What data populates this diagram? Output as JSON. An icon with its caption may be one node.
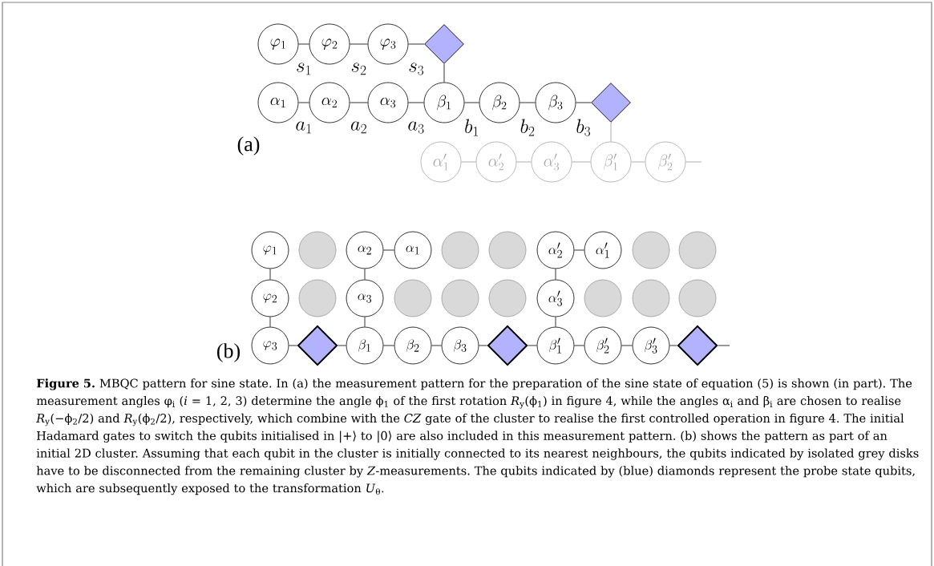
{
  "diagram": {
    "caption": "**Figure 5.** MBQC pattern for sine state. In (a) the measurement pattern for the preparation of the sine state of equation (5) is shown (in part). The measurement angles φ$_{i}$ (*i* = 1, 2, 3) determine the angle ϕ$_{1}$ of the first rotation *R*$_{y}$(ϕ$_{1}$) in figure 4, while the angles α$_{i}$ and β$_{i}$ are chosen to realise *R*$_{y}$(−ϕ$_{2}$/2) and *R*$_{y}$(ϕ$_{2}$/2), respectively, which combine with the *CZ* gate of the cluster to realise the first controlled operation in figure 4. The initial Hadamard gates to switch the qubits initialised in |+⟩ to |0⟩ are also included in this measurement pattern. (b) shows the pattern as part of an initial 2D cluster. Assuming that each qubit in the cluster is initially connected to its nearest neighbours, the qubits indicated by isolated grey disks have to be disconnected from the remaining cluster by *Z*-measurements. The qubits indicated by (blue) diamonds represent the probe state qubits, which are subsequently exposed to the transformation *U*$_{θ}$.",
    "nodes": [
      {
        "text": [
          "\\varphi_1"
        ]
      },
      {
        "text": [
          "\\varphi_2"
        ]
      },
      {
        "text": [
          "\\varphi_3"
        ]
      },
      {
        "text": [],
        "shape": "diamond"
      },
      {
        "text": [
          "\\alpha_1"
        ]
      },
      {
        "text": [
          "\\alpha_2"
        ]
      },
      {
        "text": [
          "\\alpha_3"
        ]
      },
      {
        "text": [
          "\\beta_1"
        ]
      },
      {
        "text": [
          "\\beta_2"
        ]
      },
      {
        "text": [
          "\\beta_3"
        ]
      },
      {
        "text": [],
        "shape": "diamond"
      },
      {
        "text": [
          "\\alpha'_1"
        ]
      },
      {
        "text": [
          "\\alpha'_2"
        ]
      },
      {
        "text": [
          "\\alpha'_3"
        ]
      },
      {
        "text": [
          "\\beta'_1"
        ]
      },
      {
        "text": [
          "\\beta'_2"
        ]
      },
      {
        "text": [
          "\\varphi_1"
        ]
      },
      {
        "text": [],
        "shape": "circle"
      },
      {
        "text": [
          "\\alpha_2"
        ]
      },
      {
        "text": [
          "\\alpha_1"
        ]
      },
      {
        "text": [],
        "shape": "circle"
      },
      {
        "text": [],
        "shape": "circle"
      },
      {
        "text": [
          "\\alpha'_2"
        ]
      },
      {
        "text": [
          "\\alpha'_1"
        ]
      },
      {
        "text": [],
        "shape": "circle"
      },
      {
        "text": [],
        "shape": "circle"
      },
      {
        "text": [
          "\\varphi_2"
        ]
      },
      {
        "text": [],
        "shape": "circle"
      },
      {
        "text": [
          "\\alpha_3"
        ]
      },
      {
        "text": [],
        "shape": "circle"
      },
      {
        "text": [],
        "shape": "circle"
      },
      {
        "text": [],
        "shape": "circle"
      },
      {
        "text": [
          "\\alpha'_3"
        ]
      },
      {
        "text": [],
        "shape": "circle"
      },
      {
        "text": [],
        "shape": "circle"
      },
      {
        "text": [],
        "shape": "circle"
      },
      {
        "text": [
          "\\varphi_3"
        ]
      },
      {
        "text": [],
        "shape": "diamond"
      },
      {
        "text": [
          "\\beta_1"
        ]
      },
      {
        "text": [
          "\\beta_2"
        ]
      },
      {
        "text": [
          "\\beta_3"
        ]
      },
      {
        "text": [],
        "shape": "diamond"
      },
      {
        "text": [
          "\\beta'_1"
        ]
      },
      {
        "text": [
          "\\beta'_2"
        ]
      },
      {
        "text": [
          "\\beta'_3"
        ]
      },
      {
        "text": [],
        "shape": "diamond"
      }
    ],
    "edges": [
      {
        "from": 0,
        "to": 1,
        "arrow": "none",
        "label": "s_1"
      },
      {
        "from": 1,
        "to": 2,
        "arrow": "none",
        "label": "s_2"
      },
      {
        "from": 2,
        "to": 3,
        "arrow": "none",
        "label": "s_3"
      },
      {
        "from": 3,
        "to": 7,
        "arrow": "none"
      },
      {
        "from": 4,
        "to": 5,
        "arrow": "none",
        "label": "a_1"
      },
      {
        "from": 5,
        "to": 6,
        "arrow": "none",
        "label": "a_2"
      },
      {
        "from": 6,
        "to": 7,
        "arrow": "none",
        "label": "a_3"
      },
      {
        "from": 7,
        "to": 8,
        "arrow": "none",
        "label": "b_1"
      },
      {
        "from": 8,
        "to": 9,
        "arrow": "none",
        "label": "b_2"
      },
      {
        "from": 9,
        "to": 10,
        "arrow": "none",
        "label": "b_3"
      },
      {
        "from": 10,
        "to": 14,
        "arrow": "none",
        "color": "#999999"
      },
      {
        "from": 11,
        "to": 12,
        "arrow": "none",
        "color": "#999999"
      },
      {
        "from": 12,
        "to": 13,
        "arrow": "none",
        "color": "#999999"
      },
      {
        "from": 13,
        "to": 14,
        "arrow": "none",
        "color": "#999999"
      },
      {
        "from": 14,
        "to": 15,
        "arrow": "none",
        "color": "#999999"
      },
      {
        "from": 15,
        "to": null,
        "arrow": "none",
        "color": "#999999"
      },
      {
        "from": 16,
        "to": 26,
        "arrow": "none"
      },
      {
        "from": 26,
        "to": 36,
        "arrow": "none"
      },
      {
        "from": 36,
        "to": 37,
        "arrow": "none"
      },
      {
        "from": 37,
        "to": 38,
        "arrow": "none"
      },
      {
        "from": 38,
        "to": 39,
        "arrow": "none"
      },
      {
        "from": 39,
        "to": 40,
        "arrow": "none"
      },
      {
        "from": 40,
        "to": 41,
        "arrow": "none"
      },
      {
        "from": 41,
        "to": 42,
        "arrow": "none"
      },
      {
        "from": 42,
        "to": 43,
        "arrow": "none"
      },
      {
        "from": 43,
        "to": 44,
        "arrow": "none"
      },
      {
        "from": 44,
        "to": 45,
        "arrow": "none"
      },
      {
        "from": 45,
        "to": null,
        "arrow": "none"
      },
      {
        "from": 18,
        "to": 19,
        "arrow": "none"
      },
      {
        "from": 18,
        "to": 28,
        "arrow": "none"
      },
      {
        "from": 28,
        "to": 38,
        "arrow": "none"
      },
      {
        "from": 22,
        "to": 23,
        "arrow": "none"
      },
      {
        "from": 22,
        "to": 32,
        "arrow": "none"
      },
      {
        "from": 32,
        "to": 42,
        "arrow": "none"
      }
    ],
    "labels": [
      "(a)",
      "(b)"
    ]
  }
}
